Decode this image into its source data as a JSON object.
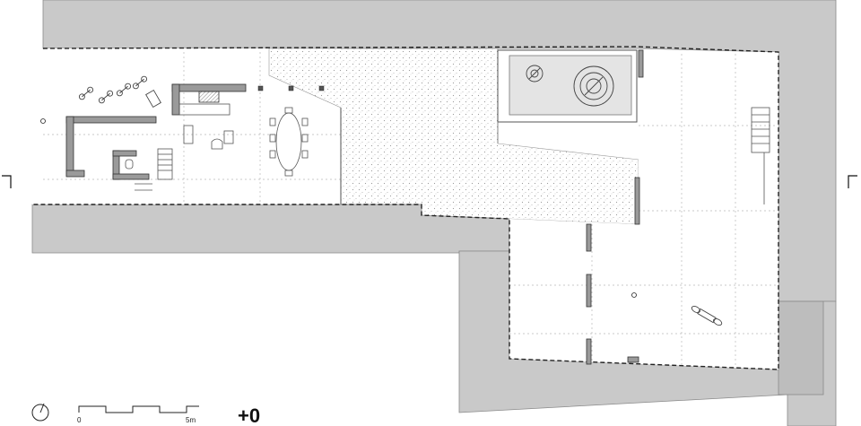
{
  "drawing": {
    "type": "architectural floor plan",
    "level_label": "+0",
    "scale_bar": {
      "start_label": "0",
      "end_label": "5m"
    },
    "icons": {
      "north": "north-arrow-icon",
      "section": "section-marker-icon"
    },
    "colors": {
      "wall_mass": "#c9c9c9",
      "wall_edge": "#8a8a8a",
      "wall_section": "#9a9a9a",
      "dashed_outline": "#222222",
      "grid_line": "#b0b0b0",
      "gravel_dot": "#9a9a9a",
      "line": "#333333"
    }
  }
}
